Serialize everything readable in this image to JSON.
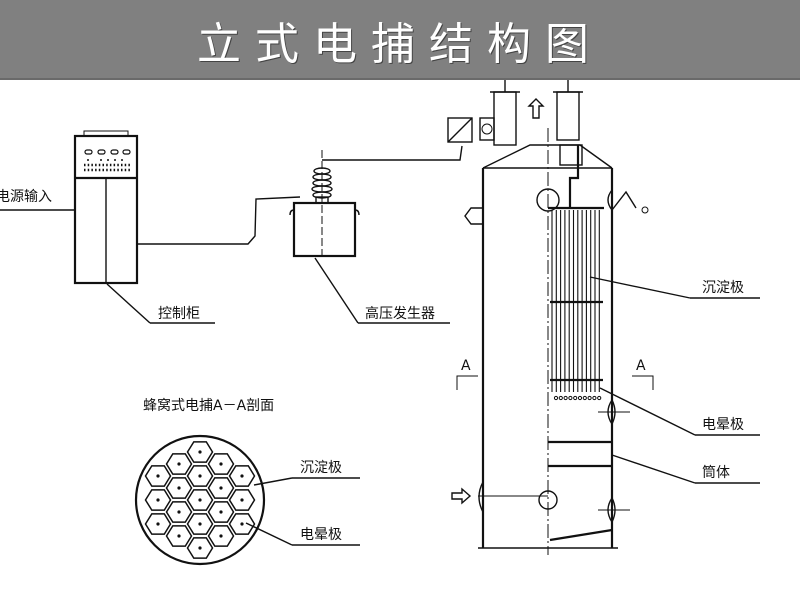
{
  "title": "立式电捕结构图",
  "labels": {
    "power_input": "电源输入",
    "control_cabinet": "控制柜",
    "hv_generator": "高压发生器",
    "collecting_electrode": "沉淀极",
    "corona_electrode": "电晕极",
    "shell": "筒体",
    "section_title": "蜂窝式电捕A－A剖面",
    "section_collecting": "沉淀极",
    "section_corona": "电晕极",
    "section_mark_left": "A",
    "section_mark_right": "A"
  },
  "honeycomb_columns": [
    3,
    4,
    5,
    4,
    3
  ]
}
